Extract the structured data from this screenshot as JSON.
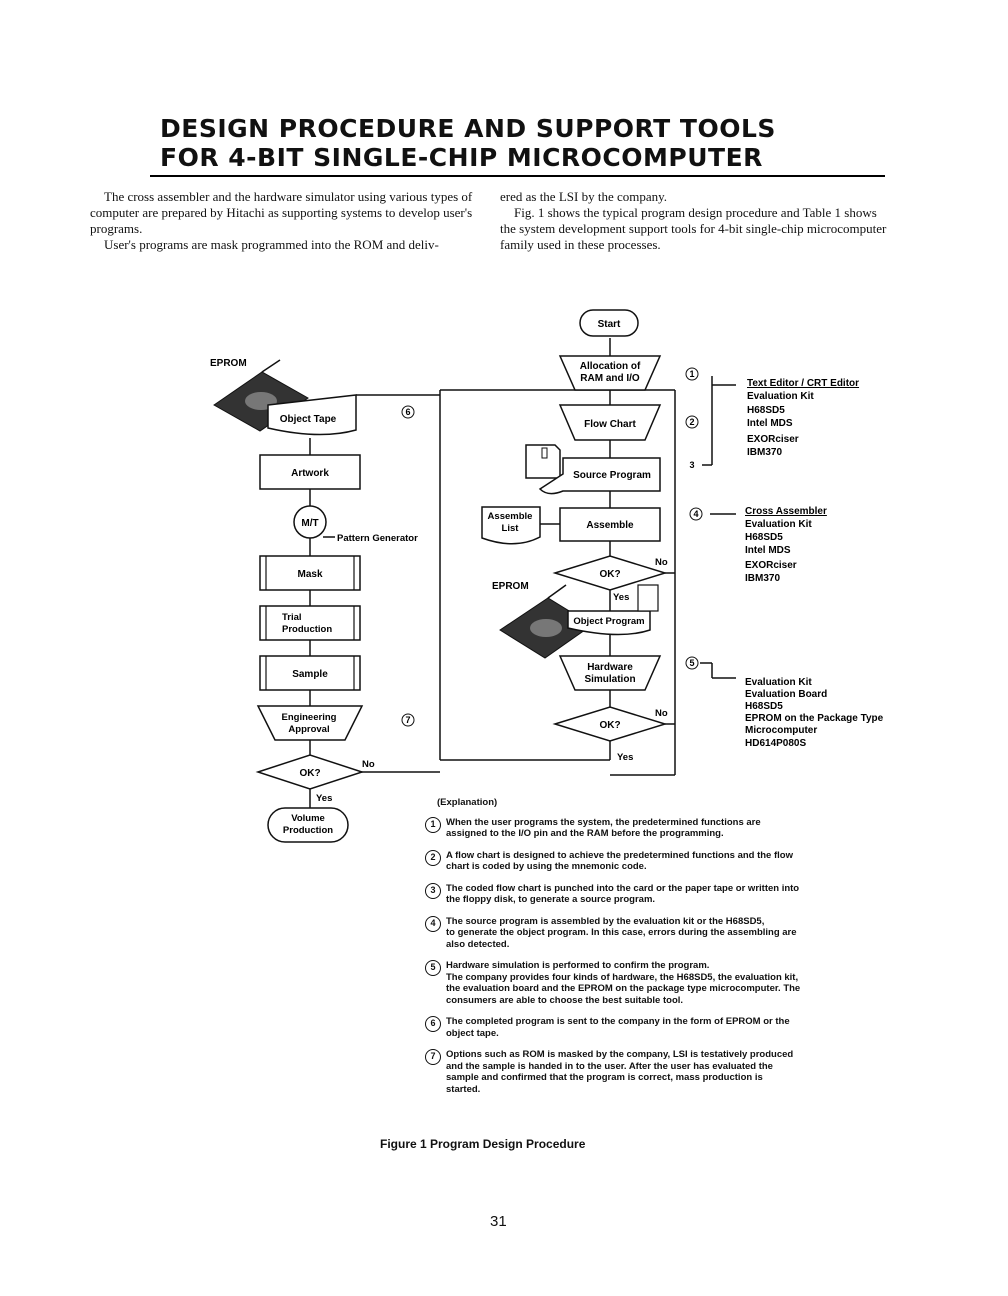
{
  "title": {
    "line1": "DESIGN PROCEDURE AND SUPPORT TOOLS",
    "line2": "FOR 4-BIT SINGLE-CHIP MICROCOMPUTER"
  },
  "intro": {
    "left": [
      "The cross assembler and the hardware simulator using various types of computer are prepared by Hitachi as supporting systems to develop user's programs.",
      "User's programs are mask programmed into the ROM and deliv-"
    ],
    "right": [
      "ered as the LSI by the company.",
      "Fig. 1 shows the typical program design procedure and Table 1 shows the system development support tools for 4-bit single-chip microcomputer family used in these processes."
    ]
  },
  "flow": {
    "start": "Start",
    "allocation": [
      "Allocation of",
      "RAM and I/O"
    ],
    "flow_chart": "Flow Chart",
    "source_program": "Source Program",
    "assemble_list": [
      "Assemble",
      "List"
    ],
    "assemble": "Assemble",
    "ok": "OK?",
    "no": "No",
    "yes": "Yes",
    "eprom": "EPROM",
    "object_program": "Object Program",
    "hardware_simulation": [
      "Hardware",
      "Simulation"
    ],
    "object_tape": "Object Tape",
    "artwork": "Artwork",
    "mt": "M/T",
    "pattern_generator": "Pattern Generator",
    "mask": "Mask",
    "trial_production": [
      "Trial",
      "Production"
    ],
    "sample": "Sample",
    "engineering_approval": [
      "Engineering",
      "Approval"
    ],
    "volume_production": [
      "Volume",
      "Production"
    ],
    "markers": [
      "1",
      "2",
      "3",
      "4",
      "5",
      "6",
      "7"
    ]
  },
  "tools": {
    "editor": [
      "Text Editor / CRT Editor",
      "Evaluation Kit",
      "H68SD5",
      "Intel MDS",
      "EXORciser",
      "IBM370"
    ],
    "assembler": [
      "Cross Assembler",
      "Evaluation Kit",
      "H68SD5",
      "Intel MDS",
      "EXORciser",
      "IBM370"
    ],
    "simulation": [
      "Evaluation Kit",
      "Evaluation Board",
      "H68SD5",
      "EPROM on the Package Type",
      "Microcomputer",
      "HD614P080S"
    ]
  },
  "explanation": {
    "heading": "(Explanation)",
    "items": [
      {
        "num": "1",
        "lines": [
          "When the user programs the system, the predetermined functions are",
          "assigned to the I/O pin and the RAM before the programming."
        ]
      },
      {
        "num": "2",
        "lines": [
          "A flow chart is designed to achieve the predetermined functions and the flow",
          "chart is coded by using the mnemonic code."
        ]
      },
      {
        "num": "3",
        "lines": [
          "The coded flow chart is punched into the card or the paper tape or written into",
          "the floppy disk, to generate a source program."
        ]
      },
      {
        "num": "4",
        "lines": [
          "The source program is assembled by the evaluation kit or the H68SD5,",
          "to generate the object program. In this case, errors during the assembling are",
          "also detected."
        ]
      },
      {
        "num": "5",
        "lines": [
          "Hardware simulation is performed to confirm the program.",
          "The company provides four kinds of hardware, the H68SD5, the evaluation kit,",
          "the evaluation board and the EPROM on the package type microcomputer. The",
          "consumers are able to choose the best suitable tool."
        ]
      },
      {
        "num": "6",
        "lines": [
          "The completed program is sent to the company in the form of EPROM or the",
          "object tape."
        ]
      },
      {
        "num": "7",
        "lines": [
          "Options such as ROM is masked by the company, LSI is testatively produced",
          "and the sample is handed in to the user. After the user has evaluated the",
          "sample and confirmed that the program is correct, mass production is",
          "started."
        ]
      }
    ]
  },
  "caption": "Figure 1  Program Design Procedure",
  "page_number": "31"
}
